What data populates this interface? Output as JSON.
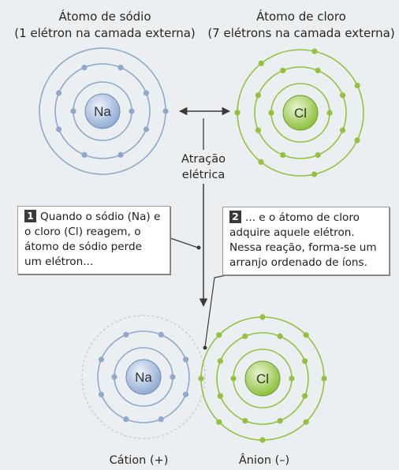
{
  "sodium_atom_top": {
    "title_line1": "Átomo de sódio",
    "title_line2": "(1 elétron na camada externa)",
    "symbol": "Na",
    "color": "#8fa9cc"
  },
  "chlorine_atom_top": {
    "title_line1": "Átomo de cloro",
    "title_line2": "(7 elétrons na camada externa)",
    "symbol": "Cl",
    "color": "#94c240"
  },
  "attraction_label": {
    "line1": "Atração",
    "line2": "elétrica"
  },
  "step1": {
    "number": "1",
    "lines": [
      "Quando o sódio (Na) e",
      "o cloro (Cl) reagem, o",
      "átomo de sódio perde",
      "um elétron..."
    ]
  },
  "step2": {
    "number": "2",
    "lines": [
      "... e o átomo de cloro",
      "adquire aquele elétron.",
      "Nessa reação, forma-se um",
      "arranjo ordenado de íons."
    ]
  },
  "cation": {
    "symbol": "Na",
    "caption": "Cátion (+)"
  },
  "anion": {
    "symbol": "Cl",
    "caption": "Ânion (–)"
  }
}
